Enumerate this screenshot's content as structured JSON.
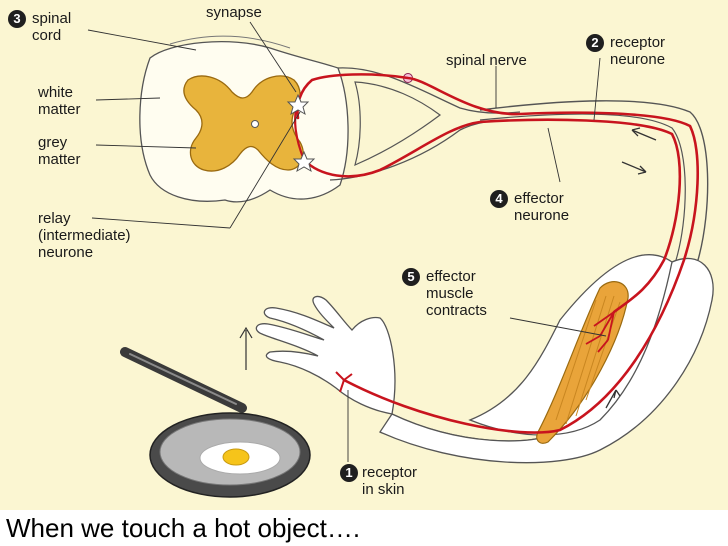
{
  "labels": {
    "spinal_cord": {
      "number": "3",
      "lines": [
        "spinal",
        "cord"
      ]
    },
    "synapse": "synapse",
    "spinal_nerve": "spinal nerve",
    "receptor_neurone": {
      "number": "2",
      "lines": [
        "receptor",
        "neurone"
      ]
    },
    "white_matter": [
      "white",
      "matter"
    ],
    "grey_matter": [
      "grey",
      "matter"
    ],
    "relay_neurone": [
      "relay",
      "(intermediate)",
      "neurone"
    ],
    "effector_neurone": {
      "number": "4",
      "lines": [
        "effector",
        "neurone"
      ]
    },
    "effector_muscle": {
      "number": "5",
      "lines": [
        "effector",
        "muscle",
        "contracts"
      ]
    },
    "receptor_in_skin": {
      "number": "1",
      "lines": [
        "receptor",
        "in skin"
      ]
    }
  },
  "caption": "When we touch a hot object….",
  "colors": {
    "background": "#fbf6d2",
    "grey_matter": "#e8b43c",
    "nerve": "#c8141e",
    "muscle": "#e9a43a",
    "skin": "#ffffff",
    "outline": "#444444"
  }
}
